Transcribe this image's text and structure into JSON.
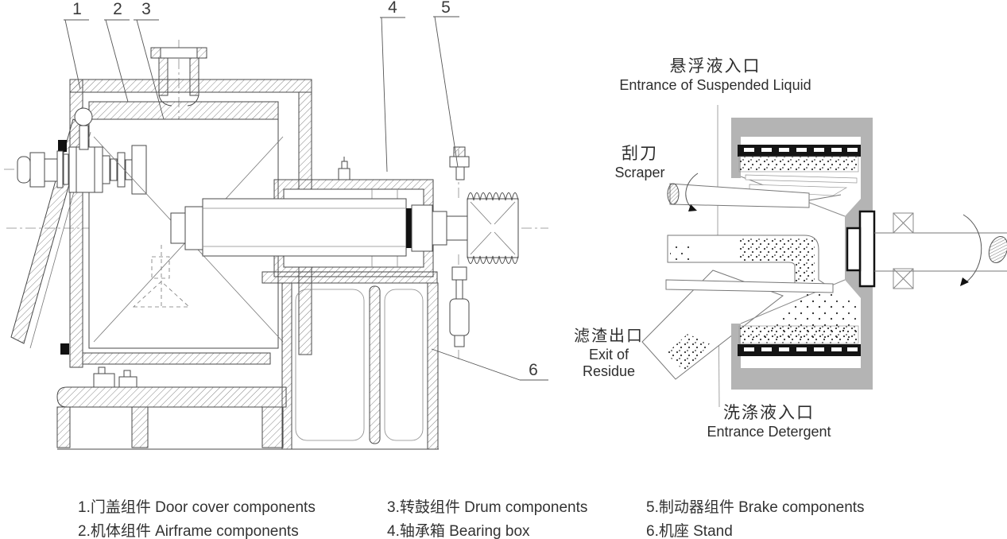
{
  "figure": {
    "type": "centrifuge sectional drawing and flow schematic",
    "callouts": {
      "c1": "1",
      "c2": "2",
      "c3": "3",
      "c4": "4",
      "c5": "5",
      "c6": "6"
    },
    "flow_labels": {
      "suspension": {
        "cn": "悬浮液入口",
        "en": "Entrance of Suspended Liquid"
      },
      "scraper": {
        "cn": "刮刀",
        "en": "Scraper"
      },
      "residue": {
        "cn": "滤渣出口",
        "en_line1": "Exit of",
        "en_line2": "Residue"
      },
      "detergent": {
        "cn": "洗涤液入口",
        "en": "Entrance Detergent"
      }
    },
    "legend": {
      "items": [
        {
          "num": "1",
          "cn": "门盖组件",
          "en": "Door cover components",
          "label": "1.门盖组件 Door cover components"
        },
        {
          "num": "2",
          "cn": "机体组件",
          "en": "Airframe components",
          "label": "2.机体组件 Airframe components"
        },
        {
          "num": "3",
          "cn": "转鼓组件",
          "en": "Drum components",
          "label": "3.转鼓组件 Drum components"
        },
        {
          "num": "4",
          "cn": "轴承箱",
          "en": "Bearing box",
          "label": "4.轴承箱 Bearing box"
        },
        {
          "num": "5",
          "cn": "制动器组件",
          "en": "Brake components",
          "label": "5.制动器组件 Brake components"
        },
        {
          "num": "6",
          "cn": "机座",
          "en": "Stand",
          "label": "6.机座 Stand"
        }
      ]
    },
    "colors": {
      "shell_gray": "#b4b4b4",
      "screen_black": "#141414",
      "line_dark": "#4a4a4a",
      "line_light": "#8a8a8a",
      "text": "#333333"
    }
  }
}
